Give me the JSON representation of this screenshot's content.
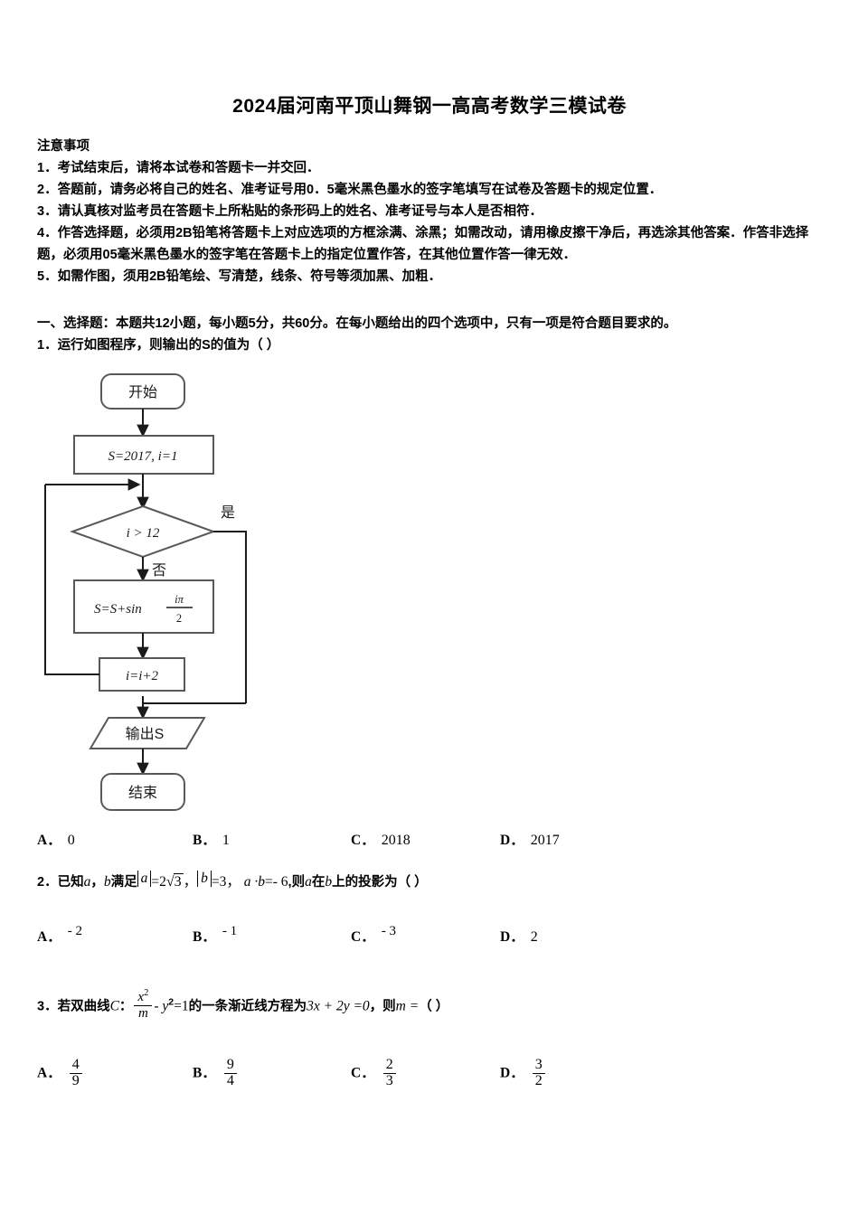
{
  "document": {
    "title": "2024届河南平顶山舞钢一高高考数学三模试卷"
  },
  "notice": {
    "heading": "注意事项",
    "lines": [
      "1．考试结束后，请将本试卷和答题卡一并交回．",
      "2．答题前，请务必将自己的姓名、准考证号用0．5毫米黑色墨水的签字笔填写在试卷及答题卡的规定位置．",
      "3．请认真核对监考员在答题卡上所粘贴的条形码上的姓名、准考证号与本人是否相符．",
      "4．作答选择题，必须用2B铅笔将答题卡上对应选项的方框涂满、涂黑；如需改动，请用橡皮擦干净后，再选涂其他答案．作答非选择题，必须用05毫米黑色墨水的签字笔在答题卡上的指定位置作答，在其他位置作答一律无效．",
      "5．如需作图，须用2B铅笔绘、写清楚，线条、符号等须加黑、加粗．"
    ]
  },
  "section": {
    "heading": "一、选择题：本题共12小题，每小题5分，共60分。在每小题给出的四个选项中，只有一项是符合题目要求的。"
  },
  "questions": [
    {
      "number": "1．",
      "stem": "运行如图程序，则输出的S的值为（      ）",
      "options": [
        {
          "label": "A．",
          "value": "0"
        },
        {
          "label": "B．",
          "value": "1"
        },
        {
          "label": "C．",
          "value": "2018"
        },
        {
          "label": "D．",
          "value": "2017"
        }
      ]
    },
    {
      "number": "2．",
      "stem_prefix": "已知",
      "stem_parts": {
        "vec_a": "a",
        "comma": "，",
        "vec_b": "b",
        "satisfy": "满足",
        "abs_a": "a",
        "eq1": "=2",
        "sqrt3": "3",
        "abs_b": "b",
        "eq2": "=3",
        "dot": "a ·b",
        "eq3": "=- 6",
        "then": ",则",
        "a2": "a",
        "on": "在",
        "b2": "b",
        "suffix": "上的投影为（          ）"
      },
      "options": [
        {
          "label": "A．",
          "value": "- 2"
        },
        {
          "label": "B．",
          "value": "- 1"
        },
        {
          "label": "C．",
          "value": "- 3"
        },
        {
          "label": "D．",
          "value": "2"
        }
      ]
    },
    {
      "number": "3．",
      "stem_parts": {
        "lead": "若双曲线",
        "curve": "C",
        "colon": "：",
        "num": "x",
        "num_sup": "2",
        "den": "m",
        "minus_y": "- y",
        "y_sup": "2",
        "eq_one": "=1",
        "mid": "的一条渐近线方程为",
        "asymptote": "3x + 2y =0",
        "then": "，则",
        "m": "m =",
        "paren": "（   ）"
      },
      "options": [
        {
          "label": "A．",
          "num": "4",
          "den": "9"
        },
        {
          "label": "B．",
          "num": "9",
          "den": "4"
        },
        {
          "label": "C．",
          "num": "2",
          "den": "3"
        },
        {
          "label": "D．",
          "num": "3",
          "den": "2"
        }
      ]
    }
  ],
  "flowchart": {
    "nodes": {
      "start": "开始",
      "init": "S=2017, i=1",
      "condition": "i > 12",
      "yes": "是",
      "no": "否",
      "process_s": "S=S+sin",
      "process_num": "iπ",
      "process_den": "2",
      "increment": "i=i+2",
      "output": "输出S",
      "end": "结束"
    },
    "colors": {
      "stroke": "#595959",
      "arrow": "#1a1a1a",
      "text": "#1a1a1a"
    }
  }
}
